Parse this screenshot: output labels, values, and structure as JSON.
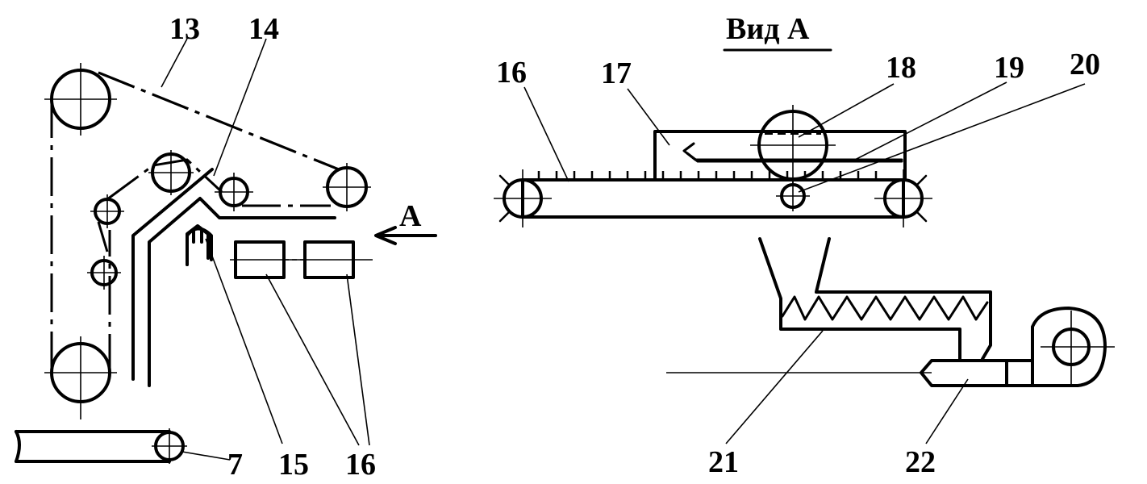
{
  "view_title": "Вид А",
  "arrow_label": "А",
  "labels": {
    "l7": "7",
    "l13": "13",
    "l14": "14",
    "l15": "15",
    "l16_left": "16",
    "l16_right": "16",
    "l17": "17",
    "l18": "18",
    "l19": "19",
    "l20": "20",
    "l21": "21",
    "l22": "22"
  }
}
